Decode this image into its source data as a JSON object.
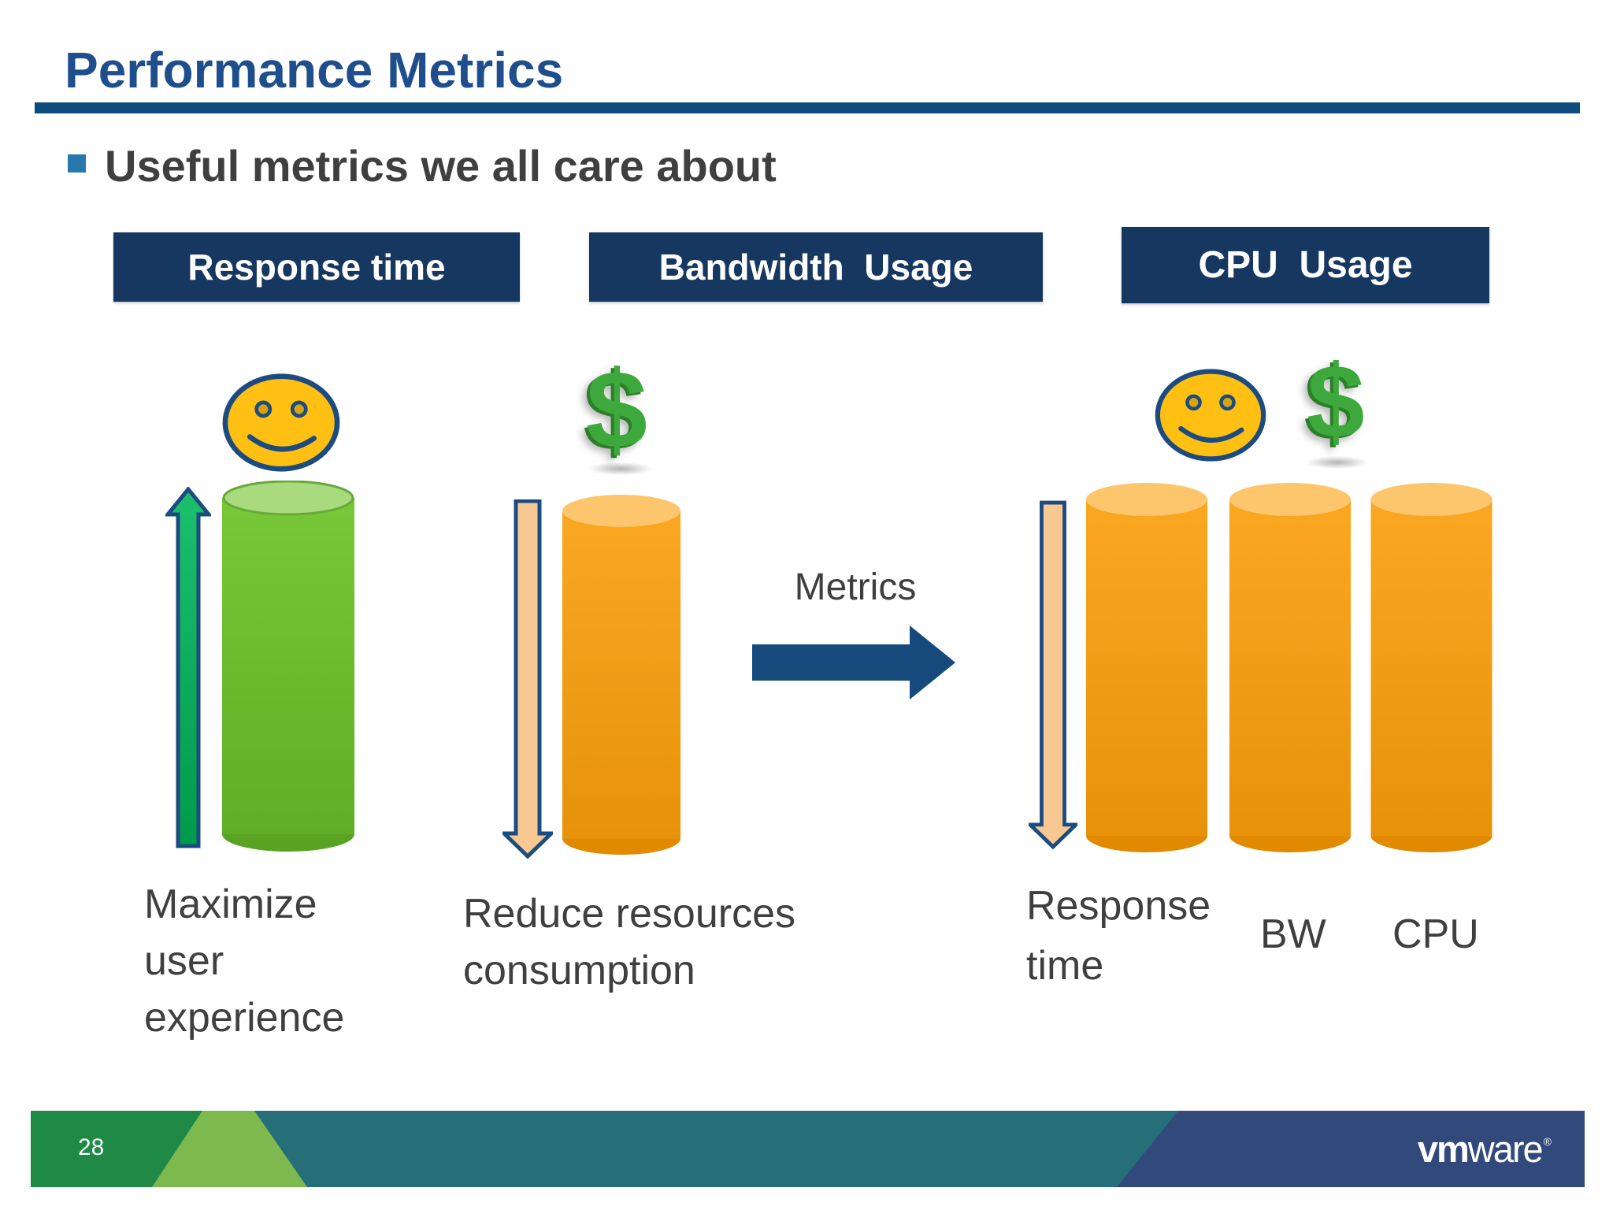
{
  "slide": {
    "title": "Performance Metrics",
    "bullet_text": "Useful metrics we all care about"
  },
  "headers": {
    "response_time": "Response time",
    "bandwidth_usage": "Bandwidth  Usage",
    "cpu_usage": "CPU  Usage"
  },
  "flow": {
    "arrow_label": "Metrics"
  },
  "captions": {
    "left": "Maximize\nuser\nexperience",
    "middle": "Reduce resources\nconsumption",
    "right_response": "Response\ntime",
    "right_bw": "BW",
    "right_cpu": "CPU"
  },
  "icons": {
    "dollar": "$"
  },
  "footer": {
    "page_number": "28",
    "logo_bold": "vm",
    "logo_rest": "ware",
    "logo_reg": "®"
  },
  "colors": {
    "title_blue": "#1F4E8C",
    "rule_blue": "#0E4B7E",
    "box_navy": "#16375F",
    "bullet_blue": "#2878AE",
    "text_dark": "#3F3F3F",
    "arrow_navy": "#174A7C",
    "outline_navy": "#1C4B80",
    "smiley_yellow": "#FFC013",
    "dollar_green": "#3DA93C",
    "peach": "#F8C893",
    "footer_green": "#1E8A45",
    "footer_light_green": "#7EB950",
    "footer_teal": "#266E78",
    "footer_navy": "#32497B"
  }
}
